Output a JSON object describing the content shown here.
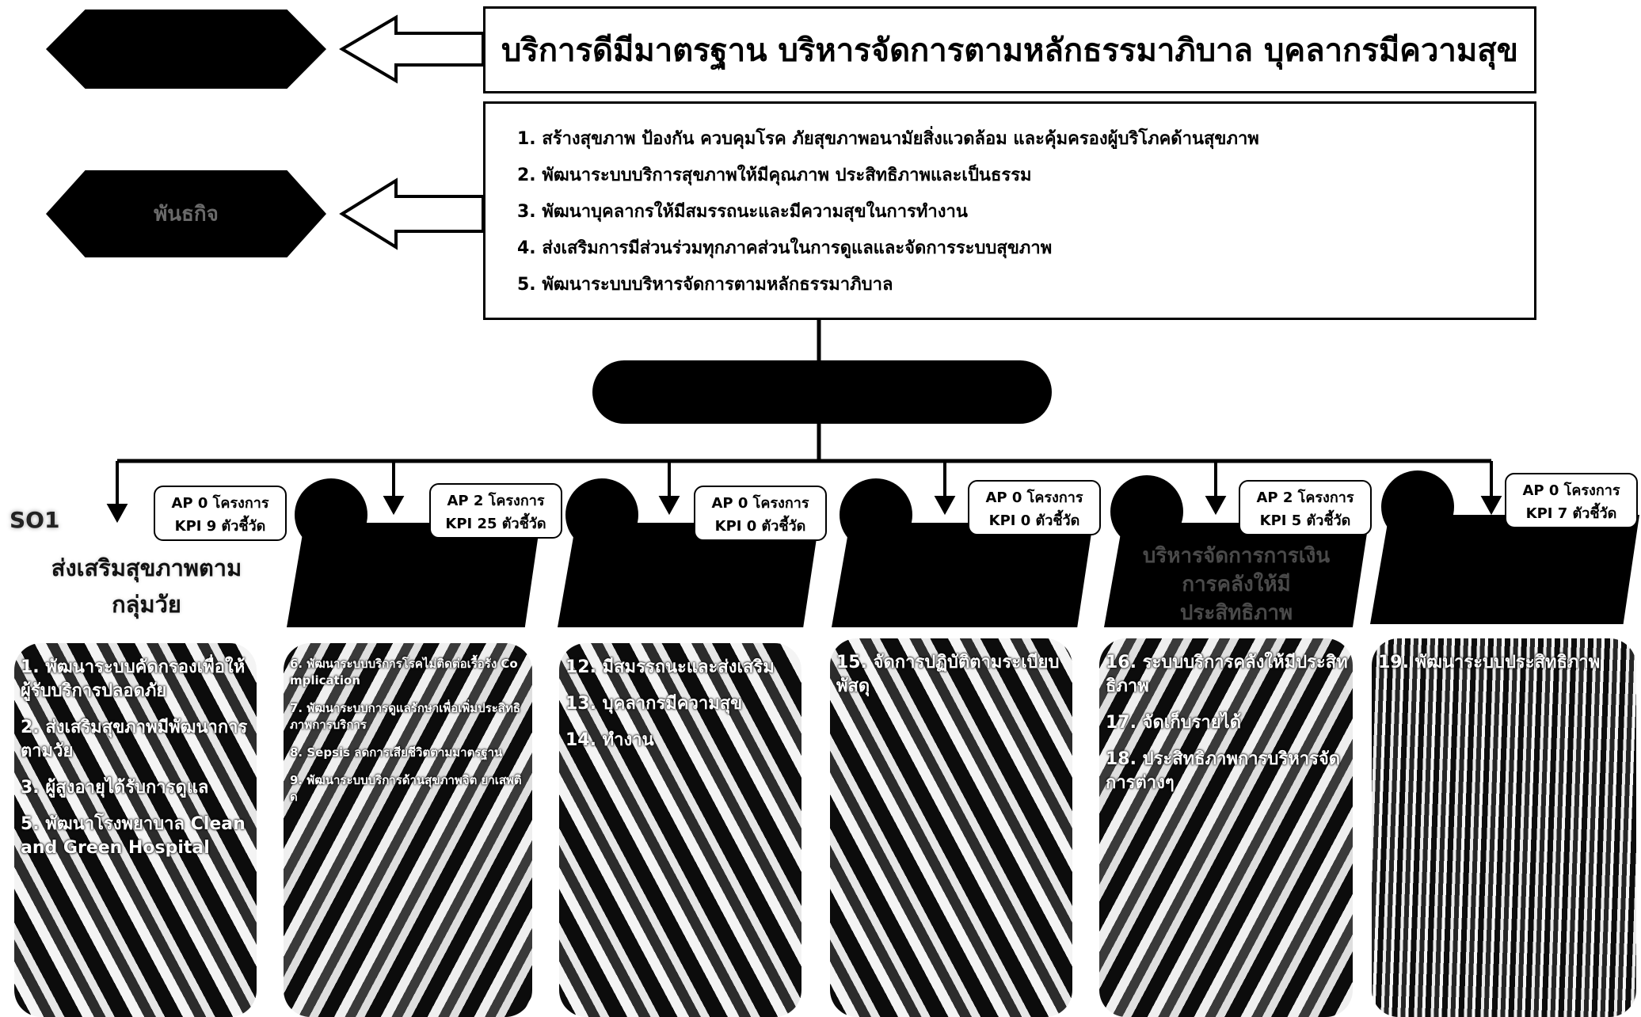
{
  "vision": {
    "label": "",
    "text": "บริการดีมีมาตรฐาน บริหารจัดการตามหลักธรรมาภิบาล บุคลากรมีความสุข"
  },
  "mission": {
    "label": "พันธกิจ",
    "items": [
      "1. สร้างสุขภาพ ป้องกัน ควบคุมโรค ภัยสุขภาพอนามัยสิ่งแวดล้อม และคุ้มครองผู้บริโภคด้านสุขภาพ",
      "2. พัฒนาระบบบริการสุขภาพให้มีคุณภาพ ประสิทธิภาพและเป็นธรรม",
      "3. พัฒนาบุคลากรให้มีสมรรถนะและมีความสุขในการทำงาน",
      "4. ส่งเสริมการมีส่วนร่วมทุกภาคส่วนในการดูแลและจัดการระบบสุขภาพ",
      "5. พัฒนาระบบบริหารจัดการตามหลักธรรมาภิบาล"
    ]
  },
  "strategy_pill": {
    "label": ""
  },
  "columns": [
    {
      "badge": {
        "ap": "AP 0 โครงการ",
        "kpi": "KPI 9 ตัวชี้วัด"
      },
      "so_label": "SO1",
      "title_lines": [
        "ส่งเสริมสุขภาพตาม",
        "กลุ่มวัย"
      ],
      "items": [
        "1. พัฒนาระบบคัดกรองเพื่อให้ผู้รับบริการปลอดภัย",
        "2. ส่งเสริมสุขภาพมีพัฒนาการตามวัย",
        "3. ผู้สูงอายุได้รับการดูแล",
        "5. พัฒนาโรงพยาบาล Clean and Green Hospital"
      ]
    },
    {
      "badge": {
        "ap": "AP 2 โครงการ",
        "kpi": "KPI 25 ตัวชี้วัด"
      },
      "banner": "",
      "items": [
        "6. พัฒนาระบบบริการโรคไม่ติดต่อเรื้อรัง Complication",
        "7. พัฒนาระบบการดูแลรักษาเพื่อเพิ่มประสิทธิภาพการบริการ",
        "8. Sepsis ลดการเสียชีวิตตามมาตรฐาน",
        "9. พัฒนาระบบบริการด้านสุขภาพจิต ยาเสพติด"
      ],
      "small": true
    },
    {
      "badge": {
        "ap": "AP 0 โครงการ",
        "kpi": "KPI 0 ตัวชี้วัด"
      },
      "banner": "",
      "items": [
        "12. มีสมรรถนะและส่งเสริม",
        "13. บุคลากรมีความสุข",
        "14. ทำงาน"
      ]
    },
    {
      "badge": {
        "ap": "AP 0 โครงการ",
        "kpi": "KPI 0 ตัวชี้วัด"
      },
      "banner": "",
      "items": [
        "15. จัดการปฏิบัติตามระเบียบพัสดุ"
      ]
    },
    {
      "badge": {
        "ap": "AP 2 โครงการ",
        "kpi": "KPI 5 ตัวชี้วัด"
      },
      "banner": "บริหารจัดการการเงินการคลังให้มีประสิทธิภาพ",
      "items": [
        "16. ระบบบริการคลังให้มีประสิทธิภาพ",
        "17. จัดเก็บรายได้",
        "18. ประสิทธิภาพการบริหารจัดการต่างๆ"
      ]
    },
    {
      "badge": {
        "ap": "AP 0 โครงการ",
        "kpi": "KPI 7 ตัวชี้วัด"
      },
      "banner": "",
      "items": [
        "19. พัฒนาระบบประสิทธิภาพ"
      ]
    }
  ]
}
